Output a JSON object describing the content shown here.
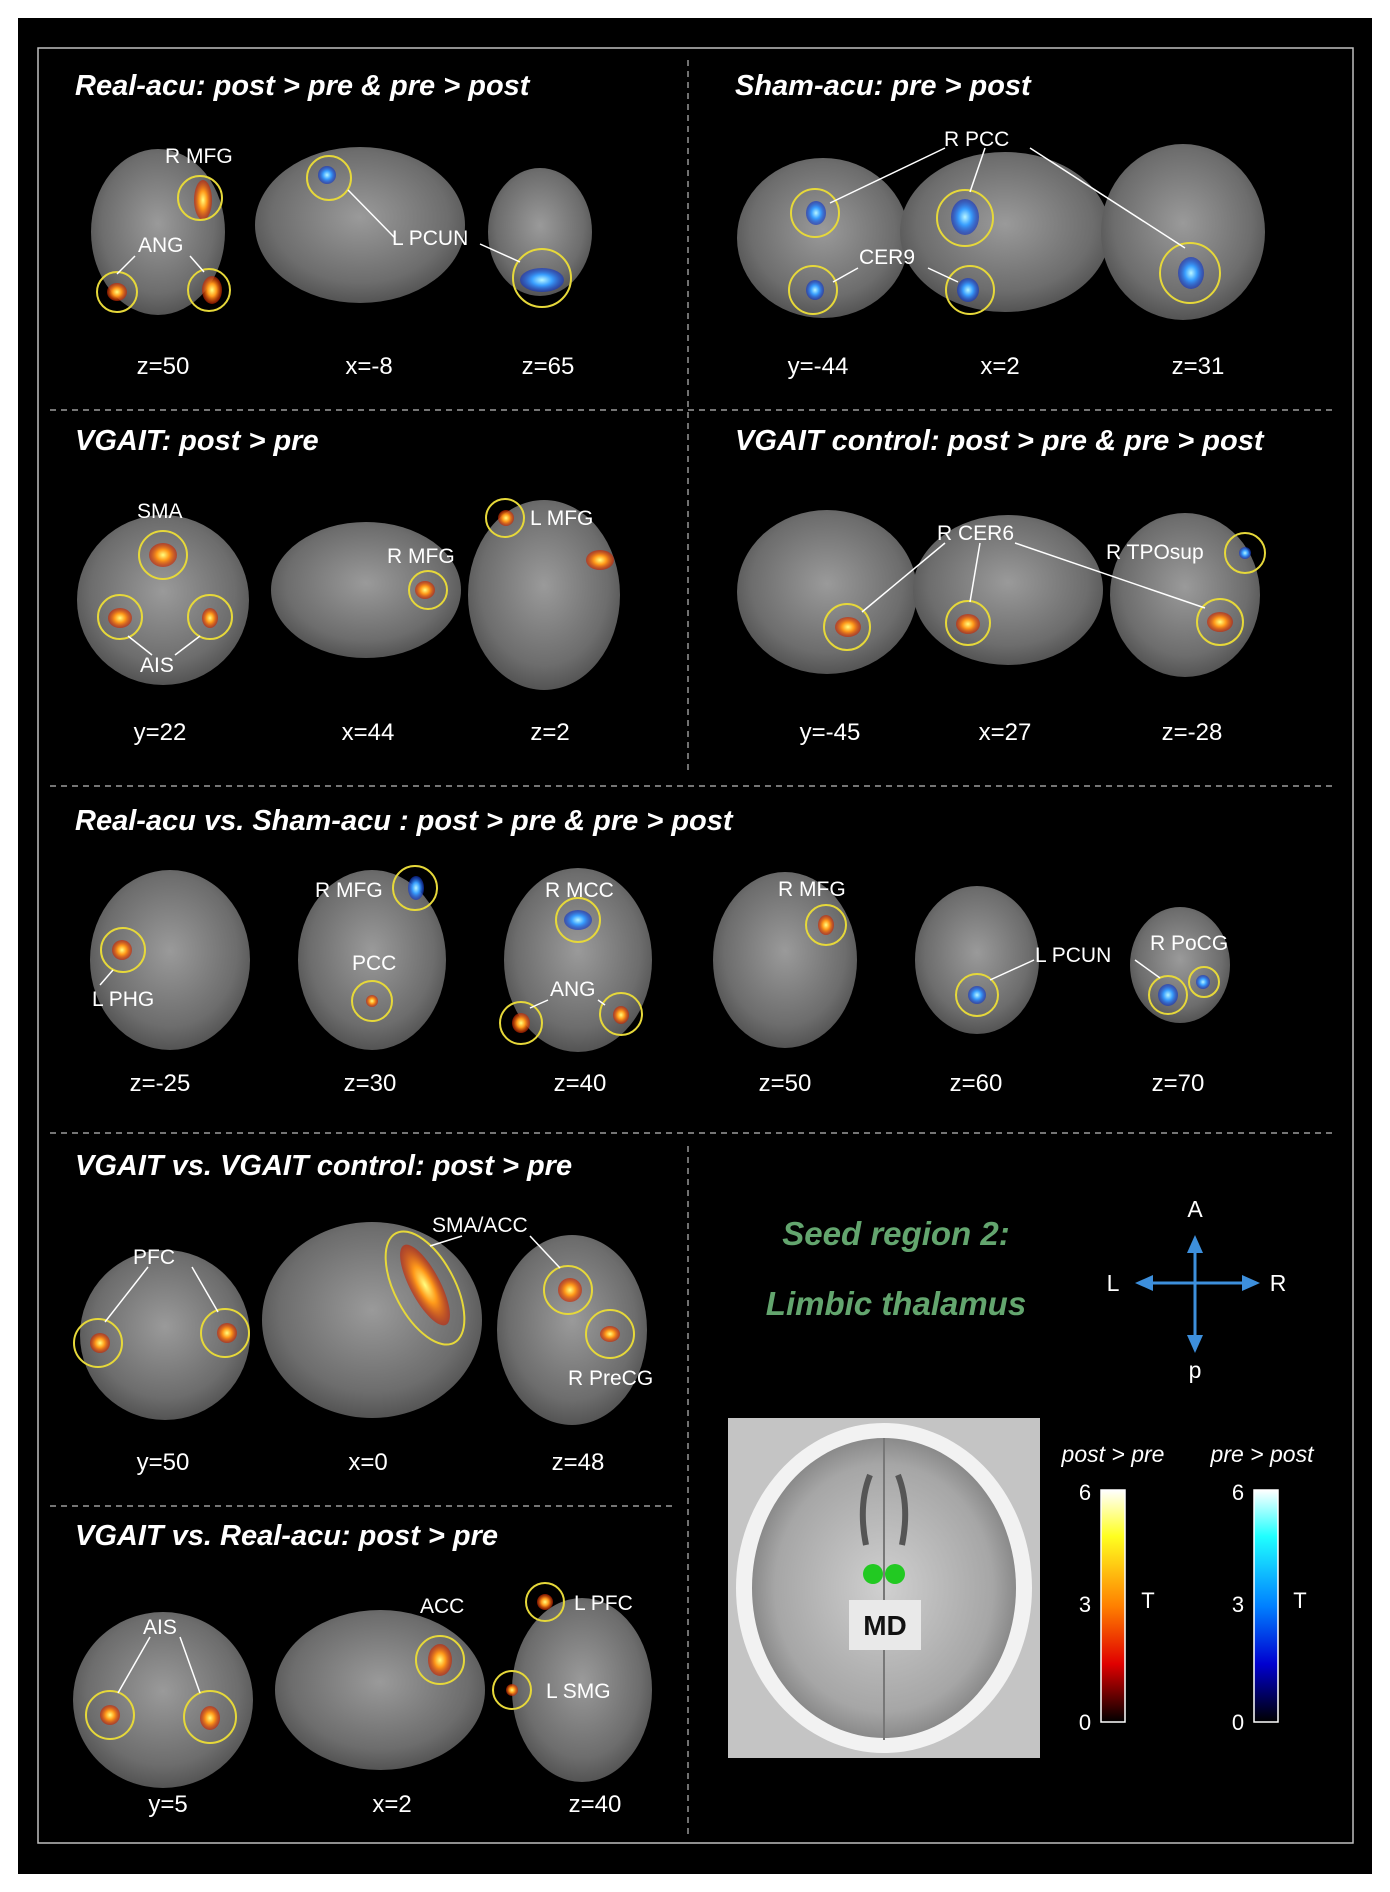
{
  "panels": [
    {
      "title": "Real-acu: post > pre & pre > post",
      "slices": [
        "z=50",
        "x=-8",
        "z=65"
      ],
      "regions": [
        "R MFG",
        "ANG",
        "L PCUN"
      ]
    },
    {
      "title": "Sham-acu: pre > post",
      "slices": [
        "y=-44",
        "x=2",
        "z=31"
      ],
      "regions": [
        "R PCC",
        "CER9"
      ]
    },
    {
      "title": "VGAIT: post > pre",
      "slices": [
        "y=22",
        "x=44",
        "z=2"
      ],
      "regions": [
        "SMA",
        "R MFG",
        "L MFG",
        "AIS"
      ]
    },
    {
      "title": "VGAIT control: post > pre & pre > post",
      "slices": [
        "y=-45",
        "x=27",
        "z=-28"
      ],
      "regions": [
        "R CER6",
        "R TPOsup"
      ]
    },
    {
      "title": "Real-acu vs. Sham-acu :  post > pre & pre > post",
      "slices": [
        "z=-25",
        "z=30",
        "z=40",
        "z=50",
        "z=60",
        "z=70"
      ],
      "regions": [
        "L PHG",
        "R MFG",
        "PCC",
        "R MCC",
        "ANG",
        "R MFG",
        "L PCUN",
        "R PoCG"
      ]
    },
    {
      "title": "VGAIT vs. VGAIT control: post > pre",
      "slices": [
        "y=50",
        "x=0",
        "z=48"
      ],
      "regions": [
        "PFC",
        "SMA/ACC",
        "R PreCG"
      ]
    },
    {
      "title": "VGAIT vs. Real-acu: post > pre",
      "slices": [
        "y=5",
        "x=2",
        "z=40"
      ],
      "regions": [
        "AIS",
        "ACC",
        "L PFC",
        "L SMG"
      ]
    }
  ],
  "seed": {
    "line1": "Seed region 2:",
    "line2": "Limbic thalamus",
    "label": "MD",
    "color": "#63a56e",
    "highlight_color": "#22c922"
  },
  "orientation": {
    "anterior": "A",
    "posterior": "p",
    "left": "L",
    "right": "R",
    "color": "#3d8fdc"
  },
  "colorbars": [
    {
      "title": "post > pre",
      "max": "6",
      "mid": "3",
      "min": "0",
      "unit": "T",
      "gradient": [
        "#ffffff",
        "#ffff20",
        "#ff8000",
        "#e00000",
        "#000000"
      ]
    },
    {
      "title": "pre > post",
      "max": "6",
      "mid": "3",
      "min": "0",
      "unit": "T",
      "gradient": [
        "#ffffff",
        "#20ffff",
        "#0080ff",
        "#0000d0",
        "#000000"
      ]
    }
  ],
  "colors": {
    "circle": "#e6d83a",
    "activation_warm": "#ff9a1a",
    "activation_cool": "#3aa0ff"
  }
}
